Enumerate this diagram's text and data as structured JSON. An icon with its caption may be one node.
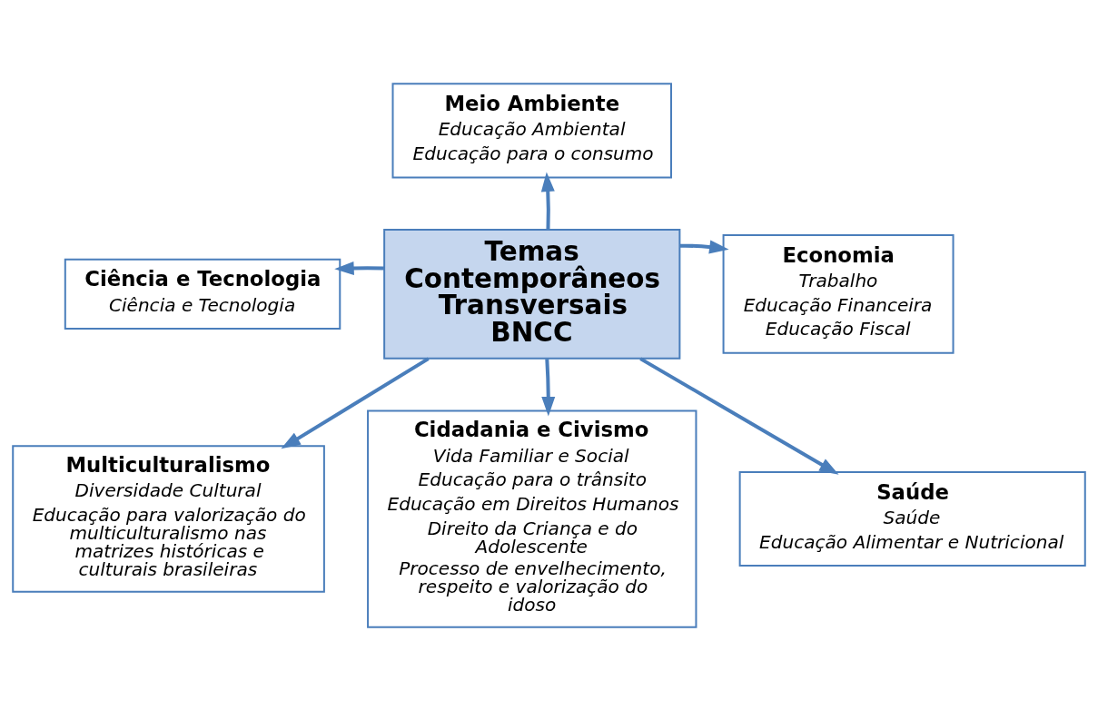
{
  "diagram": {
    "nodes": [
      {
        "text": [
          "Meio Ambiente",
          "Educação Ambiental",
          "Educação para o consumo"
        ]
      },
      {
        "text": [
          "Ciência e Tecnologia",
          "Ciência e Tecnologia"
        ]
      },
      {
        "text": [
          "Temas Contemporâneos Transversais BNCC"
        ]
      },
      {
        "text": [
          "Economia",
          "Trabalho",
          "Educação Financeira",
          "Educação Fiscal"
        ]
      },
      {
        "text": [
          "Multiculturalismo",
          "Diversidade Cultural",
          "Educação para valorização do multiculturalismo nas matrizes históricas e culturais brasileiras"
        ]
      },
      {
        "text": [
          "Cidadania e Civismo",
          "Vida Familiar e Social",
          "Educação para o trânsito",
          "Educação em Direitos Humanos",
          "Direito da Criança e do Adolescente",
          "Processo de envelhecimento, respeito e valorização do idoso"
        ]
      },
      {
        "text": [
          "Saúde",
          "Saúde",
          "Educação Alimentar e Nutricional"
        ]
      }
    ],
    "edges": [
      {
        "from": 2,
        "to": 0,
        "arrow": "to"
      },
      {
        "from": 2,
        "to": 1,
        "arrow": "to"
      },
      {
        "from": 2,
        "to": 3,
        "arrow": "to"
      },
      {
        "from": 2,
        "to": 4,
        "arrow": "to"
      },
      {
        "from": 2,
        "to": 5,
        "arrow": "to"
      },
      {
        "from": 2,
        "to": 6,
        "arrow": "to"
      }
    ]
  }
}
